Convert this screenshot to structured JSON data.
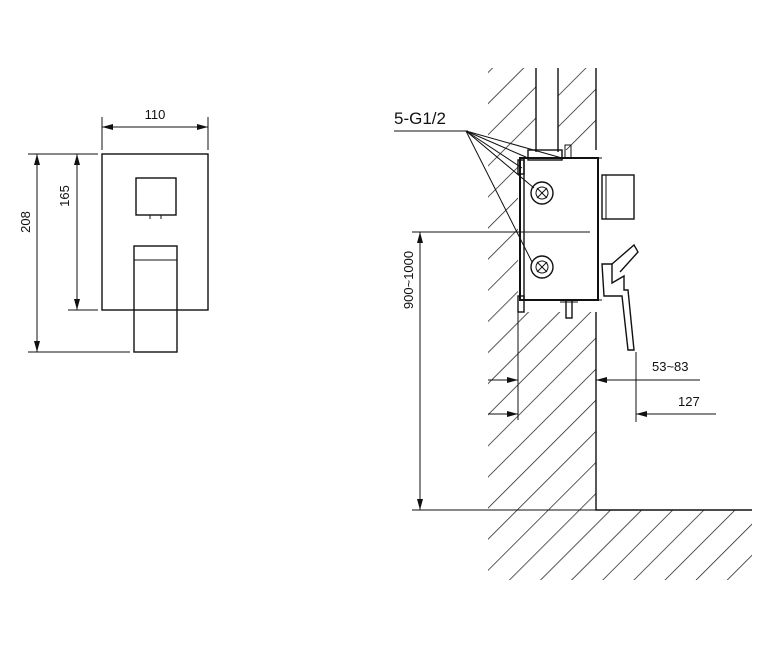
{
  "front_view": {
    "width_dim": "110",
    "total_height_dim": "208",
    "plate_height_dim": "165"
  },
  "side_view": {
    "connection_callout": "5-G1/2",
    "mount_height_dim": "900~1000",
    "depth_range_dim": "53~83",
    "total_depth_dim": "127"
  }
}
